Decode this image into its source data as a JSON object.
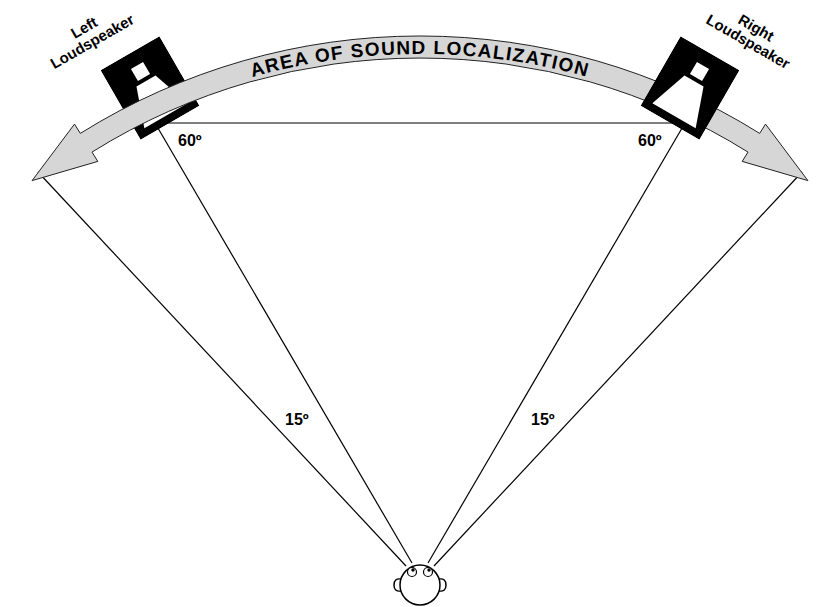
{
  "diagram": {
    "nodes": [
      {
        "text": [
          "Left Loudspeaker"
        ]
      },
      {
        "text": [
          "AREA OF SOUND LOCALIZATION"
        ]
      },
      {
        "text": [
          "Right Loudspeaker"
        ]
      }
    ],
    "labels": [
      "60º",
      "60º",
      "15º",
      "15º"
    ]
  }
}
